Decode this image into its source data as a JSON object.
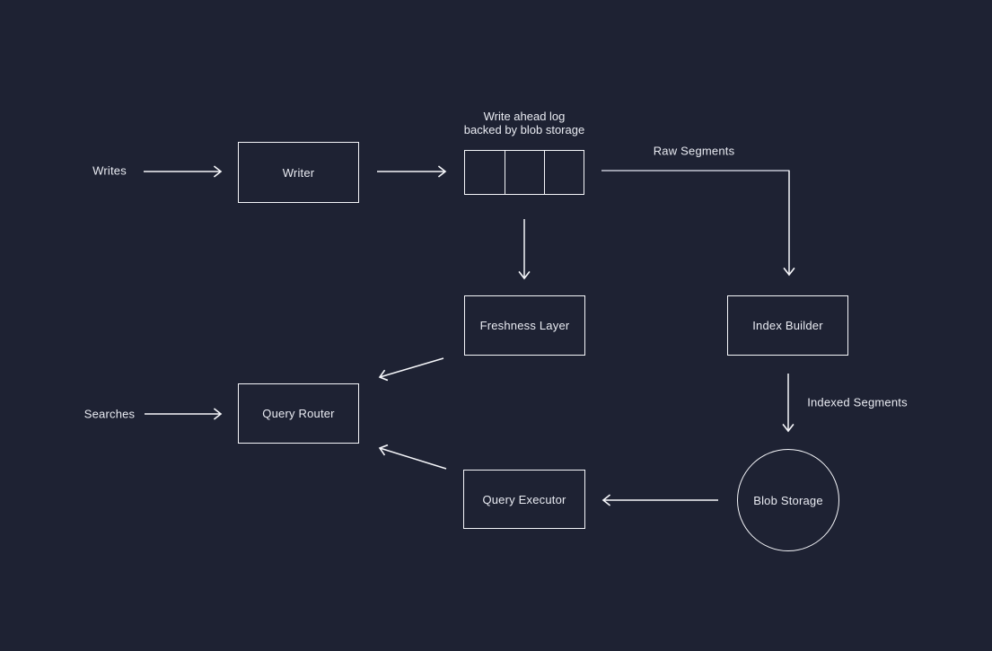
{
  "diagram": {
    "title": "",
    "colors": {
      "background": "#1e2233",
      "shape_stroke": "#f5f6fa",
      "muted_connector": "#9a9dab",
      "text": "#e9ebf2"
    },
    "nodes": {
      "writer": {
        "label": "Writer",
        "shape": "rectangle"
      },
      "wal": {
        "caption_line1": "Write ahead log",
        "caption_line2": "backed by blob storage",
        "shape": "segmented-rectangle",
        "segments": 3
      },
      "freshness_layer": {
        "label": "Freshness Layer",
        "shape": "rectangle"
      },
      "index_builder": {
        "label": "Index Builder",
        "shape": "rectangle"
      },
      "query_router": {
        "label": "Query Router",
        "shape": "rectangle"
      },
      "query_executor": {
        "label": "Query Executor",
        "shape": "rectangle"
      },
      "blob_storage": {
        "label": "Blob Storage",
        "shape": "circle"
      }
    },
    "edge_labels": {
      "writes": "Writes",
      "raw_segments": "Raw Segments",
      "indexed_segments": "Indexed Segments",
      "searches": "Searches"
    }
  }
}
